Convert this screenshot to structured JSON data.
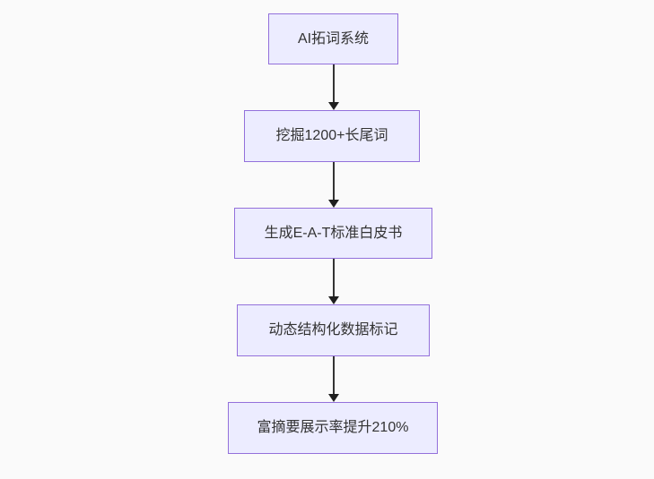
{
  "diagram": {
    "type": "flowchart",
    "direction": "top-down",
    "colors": {
      "page-bg": "#fafafa",
      "node-fill": "#ECECFF",
      "node-border": "#9370DB",
      "node-text": "#333333",
      "edge-line": "#333333",
      "arrow-head": "#1f1f1f"
    },
    "nodes": [
      {
        "label": "AI拓词系统"
      },
      {
        "label": "挖掘1200+长尾词"
      },
      {
        "label": "生成E-A-T标准白皮书"
      },
      {
        "label": "动态结构化数据标记"
      },
      {
        "label": "富摘要展示率提升210%"
      }
    ],
    "edges": [
      {
        "from": "AI拓词系统",
        "to": "挖掘1200+长尾词",
        "style": "arrow-down"
      },
      {
        "from": "挖掘1200+长尾词",
        "to": "生成E-A-T标准白皮书",
        "style": "arrow-down"
      },
      {
        "from": "生成E-A-T标准白皮书",
        "to": "动态结构化数据标记",
        "style": "arrow-down"
      },
      {
        "from": "动态结构化数据标记",
        "to": "富摘要展示率提升210%",
        "style": "arrow-down"
      }
    ]
  }
}
